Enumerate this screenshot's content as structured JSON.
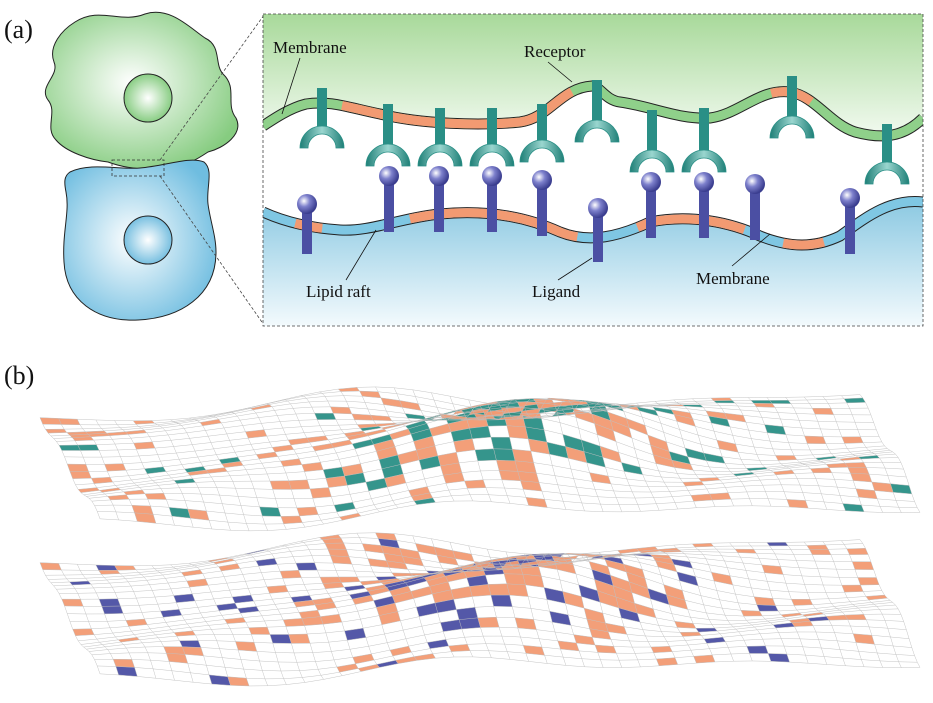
{
  "panel_a": {
    "label": "(a)",
    "labels": {
      "membrane_top": "Membrane",
      "receptor": "Receptor",
      "lipid_raft": "Lipid raft",
      "ligand": "Ligand",
      "membrane_bottom": "Membrane"
    }
  },
  "panel_b": {
    "label": "(b)"
  },
  "colors": {
    "cell_green": "#8fd08a",
    "cell_blue": "#7fc7e3",
    "raft": "#f29a72",
    "receptor": "#2a8f86",
    "ligand": "#4b4fa3",
    "mesh": "#bdbdbd"
  }
}
